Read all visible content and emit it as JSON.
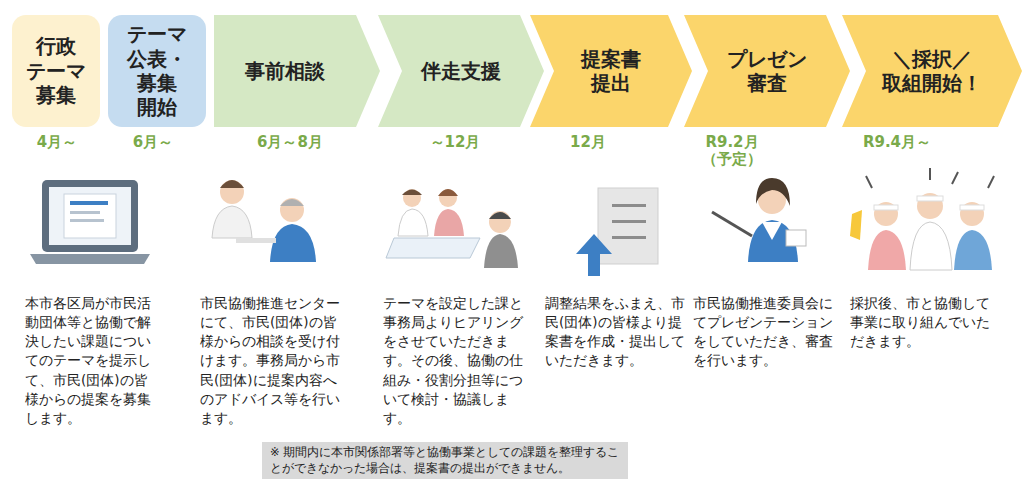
{
  "diagram": {
    "nodes": [
      {
        "text": [
          "行政 テーマ 募集"
        ]
      },
      {
        "text": [
          "テーマ 公表・ 募集 開始"
        ]
      },
      {
        "text": [
          "事前相談"
        ]
      },
      {
        "text": [
          "伴走支援"
        ]
      },
      {
        "text": [
          "提案書 提出"
        ]
      },
      {
        "text": [
          "プレゼン 審査"
        ]
      },
      {
        "text": [
          "＼採択／ 取組開始！"
        ]
      }
    ],
    "labels": [
      "4月～",
      "6月～",
      "6月～8月",
      "～12月",
      "12月",
      "R9.2月 （予定）",
      "R9.4月～",
      "本市各区局が市民活動団体等と協働で解決したい課題についてのテーマを提示して、市民(団体)の皆様からの提案を募集します。",
      "市民協働推進センターにて、市民(団体)の皆様からの相談を受け付けます。事務局から市民(団体)に提案内容へのアドバイス等を行います。",
      "テーマを設定した課と事務局よりヒアリングをさせていただきます。その後、協働の仕組み・役割分担等について検討・協議します。",
      "調整結果をふまえ、市民(団体)の皆様より提案書を作成・提出していただきます。",
      "市民協働推進委員会にてプレゼンテーションをしていただき、審査を行います。",
      "採択後、市と協働して事業に取り組んでいただきます。",
      "※ 期間内に本市関係部署等と協働事業としての課題を整理することができなかった場合は、提案書の提出ができません。"
    ]
  }
}
